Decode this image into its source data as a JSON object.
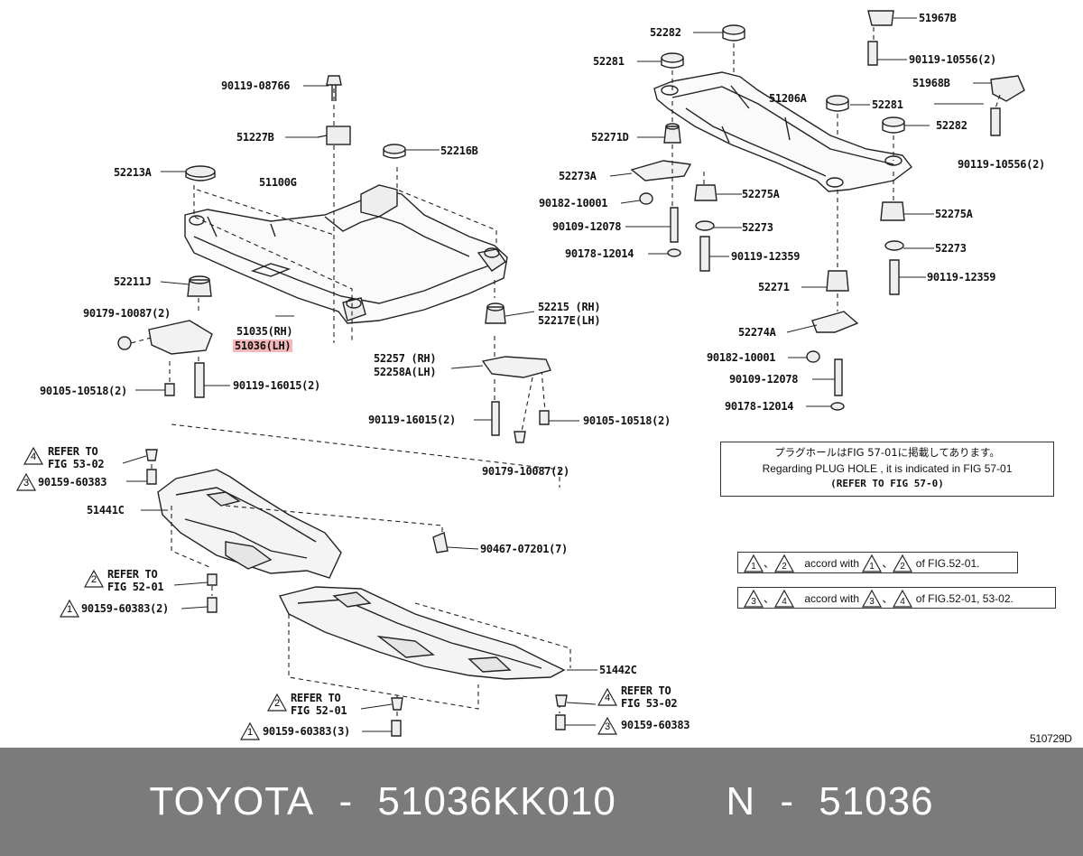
{
  "diagram": {
    "code": "510729D",
    "labels": {
      "p90119_08766": "90119-08766",
      "p51227B": "51227B",
      "p52216B": "52216B",
      "p52213A": "52213A",
      "p51100G": "51100G",
      "p52211J": "52211J",
      "p90179_10087a": "90179-10087(2)",
      "p51035": "51035(RH)",
      "p51036": "51036(LH)",
      "p90105_10518a": "90105-10518(2)",
      "p90119_16015a": "90119-16015(2)",
      "p52215": "52215 (RH)",
      "p52217E": "52217E(LH)",
      "p52257": "52257 (RH)",
      "p52258A": "52258A(LH)",
      "p90119_16015b": "90119-16015(2)",
      "p90105_10518b": "90105-10518(2)",
      "p90179_10087b": "90179-10087(2)",
      "p52282a": "52282",
      "p52281a": "52281",
      "p51206A": "51206A",
      "p52271D": "52271D",
      "p52273A": "52273A",
      "p90182_10001a": "90182-10001",
      "p52275Aa": "52275A",
      "p90109_12078a": "90109-12078",
      "p52273a": "52273",
      "p90178_12014a": "90178-12014",
      "p90119_12359a": "90119-12359",
      "p52271": "52271",
      "p52274A": "52274A",
      "p90182_10001b": "90182-10001",
      "p90109_12078b": "90109-12078",
      "p90178_12014b": "90178-12014",
      "p51967B": "51967B",
      "p90119_10556a": "90119-10556(2)",
      "p51968B": "51968B",
      "p52281b": "52281",
      "p52282b": "52282",
      "p90119_10556b": "90119-10556(2)",
      "p52275Ab": "52275A",
      "p52273b": "52273",
      "p90119_12359b": "90119-12359",
      "ref4a_1": "REFER TO",
      "ref4a_2": "FIG 53-02",
      "p90159_60383a": "90159-60383",
      "p51441C": "51441C",
      "p90467_07201": "90467-07201(7)",
      "ref2a_1": "REFER TO",
      "ref2a_2": "FIG 52-01",
      "p90159_60383b": "90159-60383(2)",
      "p51442C": "51442C",
      "ref2b_1": "REFER TO",
      "ref2b_2": "FIG 52-01",
      "ref4b_1": "REFER TO",
      "ref4b_2": "FIG 53-02",
      "p90159_60383c": "90159-60383(3)",
      "p90159_60383d": "90159-60383"
    },
    "note": {
      "jp": "プラグホールはFIG 57-01に掲載してあります。",
      "en": "Regarding PLUG HOLE , it is indicated in FIG 57-01",
      "ref": "(REFER TO FIG 57-0)"
    },
    "accord1": {
      "text_mid": "accord with",
      "text_end": "of FIG.52-01.",
      "sep": "、"
    },
    "accord2": {
      "text_mid": "accord with",
      "text_end": "of FIG.52-01, 53-02.",
      "sep": "、"
    },
    "triangle_numbers": {
      "one": "1",
      "two": "2",
      "three": "3",
      "four": "4"
    },
    "highlight_color": "#f4b8bb"
  },
  "footer": {
    "brand": "TOYOTA",
    "dash1": "-",
    "part_number": "51036KK010",
    "n_label": "N",
    "dash2": "-",
    "n_number": "51036",
    "background": "#7b7b7b"
  }
}
